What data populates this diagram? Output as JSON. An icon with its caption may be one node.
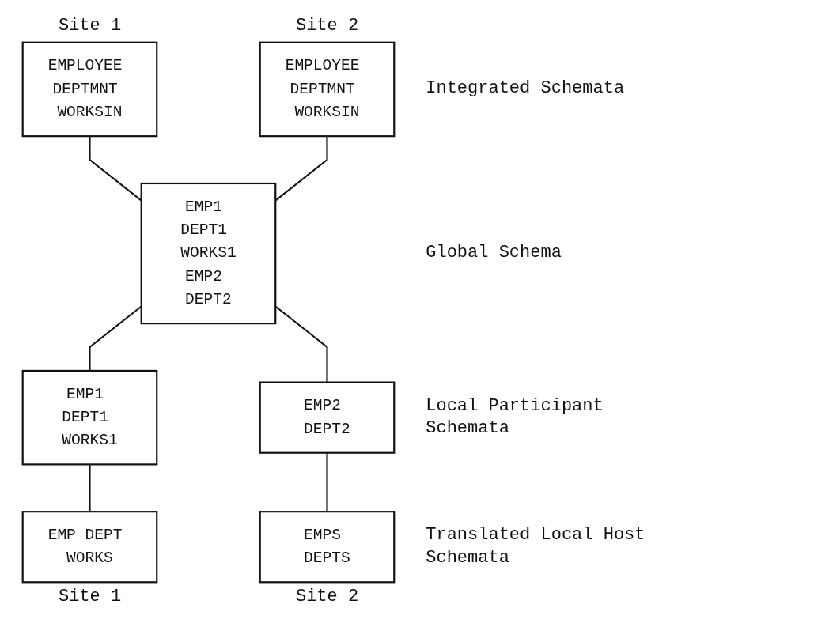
{
  "diagram": {
    "nodes": [
      {
        "text": [
          "EMPLOYEE DEPTMNT WORKSIN"
        ],
        "beside": [
          "Site 1"
        ]
      },
      {
        "text": [
          "EMPLOYEE DEPTMNT WORKSIN"
        ],
        "beside": [
          "Site 2"
        ]
      },
      {
        "text": [
          "EMP1 DEPT1 WORKS1",
          "EMP2 DEPT2"
        ]
      },
      {
        "text": [
          "EMP1 DEPT1 WORKS1"
        ]
      },
      {
        "text": [
          "EMP2 DEPT2"
        ]
      },
      {
        "text": [
          "EMP DEPT WORKS"
        ],
        "beside": [
          "Site 1"
        ]
      },
      {
        "text": [
          "EMPS DEPTS"
        ],
        "beside": [
          "Site 2"
        ]
      }
    ],
    "edges": [
      {
        "from": 0,
        "to": 2,
        "arrow": "none"
      },
      {
        "from": 1,
        "to": 2,
        "arrow": "none"
      },
      {
        "from": 2,
        "to": 3,
        "arrow": "none"
      },
      {
        "from": 2,
        "to": 4,
        "arrow": "none"
      },
      {
        "from": 3,
        "to": 5,
        "arrow": "none"
      },
      {
        "from": 4,
        "to": 6,
        "arrow": "none"
      }
    ],
    "labels": [
      "Integrated Schemata",
      "Global Schema",
      "Local Participant Schemata",
      "Translated Local Host Schemata"
    ]
  }
}
